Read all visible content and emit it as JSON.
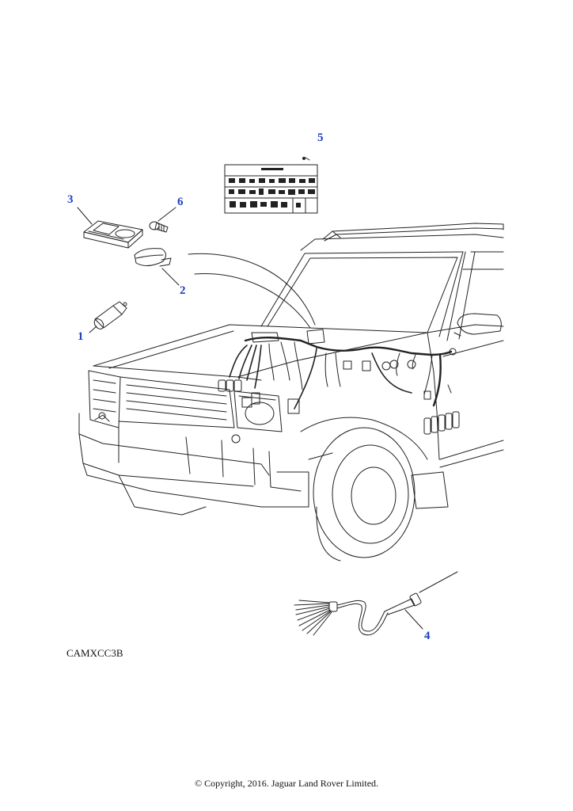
{
  "callouts": {
    "c1": "1",
    "c2": "2",
    "c3": "3",
    "c4": "4",
    "c5": "5",
    "c6": "6"
  },
  "figure_code": "CAMXCC3B",
  "copyright": "© Copyright, 2016. Jaguar Land Rover Limited.",
  "colors": {
    "callout": "#1a3fc4",
    "line": "#222222"
  }
}
